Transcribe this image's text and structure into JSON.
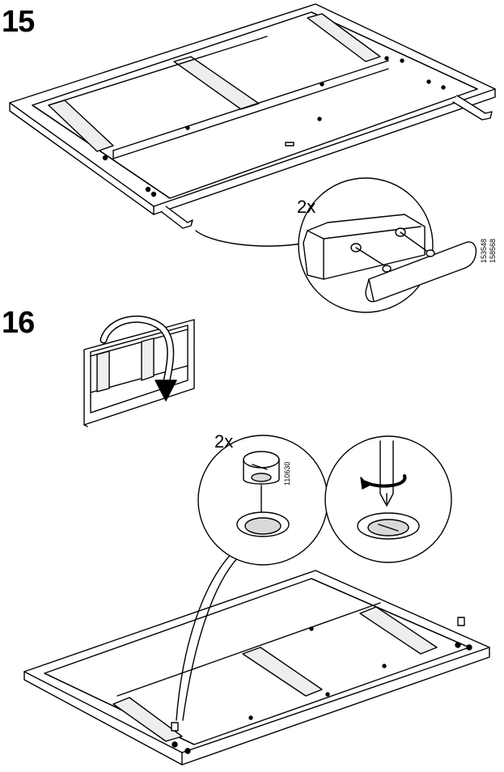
{
  "steps": [
    {
      "number": "15",
      "quantity": "2x",
      "part_numbers": [
        "153548",
        "158568"
      ]
    },
    {
      "number": "16",
      "quantity": "2x",
      "part_numbers": [
        "110630"
      ]
    }
  ],
  "colors": {
    "line": "#000000",
    "fill": "#ffffff",
    "shade": "#d9d9d9"
  },
  "icons": [
    "bed-frame-drawing",
    "connector-fitting",
    "rotate-arrow-icon",
    "cam-lock-fitting",
    "screwdriver-rotate-icon"
  ]
}
